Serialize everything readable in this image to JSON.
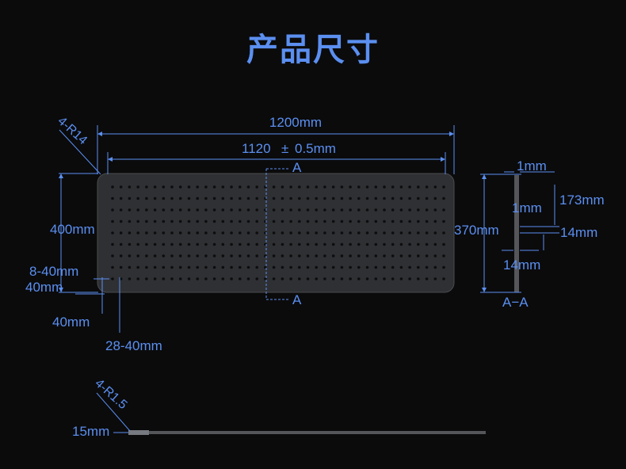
{
  "title": "产品尺寸",
  "colors": {
    "background": "#0b0b0c",
    "accent": "#5b8ff0",
    "board": "#2f3033",
    "hole": "#0d0d0e",
    "edge": "#4a4b4e"
  },
  "front_view": {
    "corner_radius_label": "4-R14",
    "overall_width": "1200mm",
    "hole_span_value": "1120",
    "hole_span_tolerance": "±",
    "hole_span_tol_value": "0.5mm",
    "height": "400mm",
    "hole_pitch_label": "8-40mm",
    "bottom_offset_label": "40mm",
    "left_offset_label": "40mm",
    "horizontal_pitch_label": "28-40mm",
    "section_mark_top": "A",
    "section_mark_bottom": "A"
  },
  "section_view": {
    "thickness_top": "1mm",
    "depth_upper": "173mm",
    "thickness_mid": "1mm",
    "height": "370mm",
    "flange_right": "14mm",
    "flange_lower": "14mm",
    "section_name": "A−A"
  },
  "side_view": {
    "corner_radius_label": "4-R1.5",
    "thickness_label": "15mm"
  }
}
